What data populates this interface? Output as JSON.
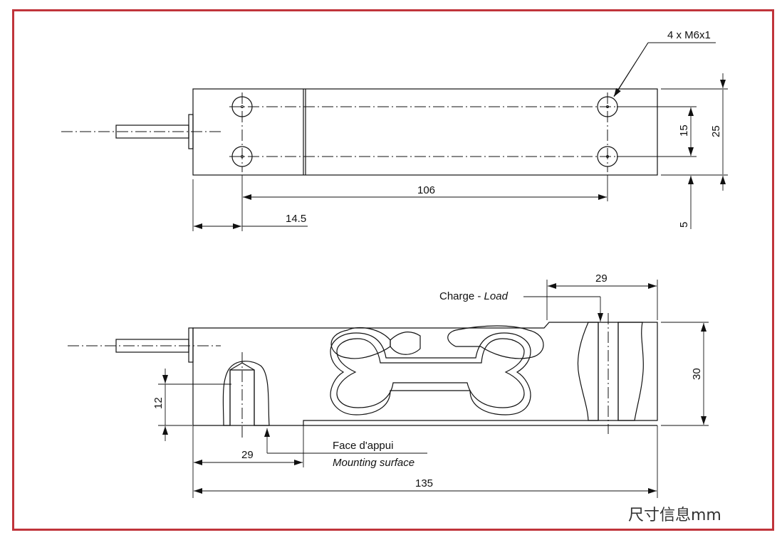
{
  "top_view": {
    "thread_callout": "4 x M6x1",
    "dim_hole_spacing_x": "106",
    "dim_hole_offset_x": "14.5",
    "dim_hole_spacing_y": "15",
    "dim_width": "25",
    "dim_hole_offset_y": "5"
  },
  "side_view": {
    "load_label_fr": "Charge",
    "load_label_sep": "-",
    "load_label_en": "Load",
    "dim_load_zone": "29",
    "dim_height": "30",
    "dim_mount_depth": "12",
    "dim_mount_zone": "29",
    "mount_label_fr": "Face d'appui",
    "mount_label_en": "Mounting surface",
    "dim_length": "135"
  },
  "units_note": "尺寸信息mm",
  "colors": {
    "frame": "#c0343b",
    "ink": "#111111"
  }
}
